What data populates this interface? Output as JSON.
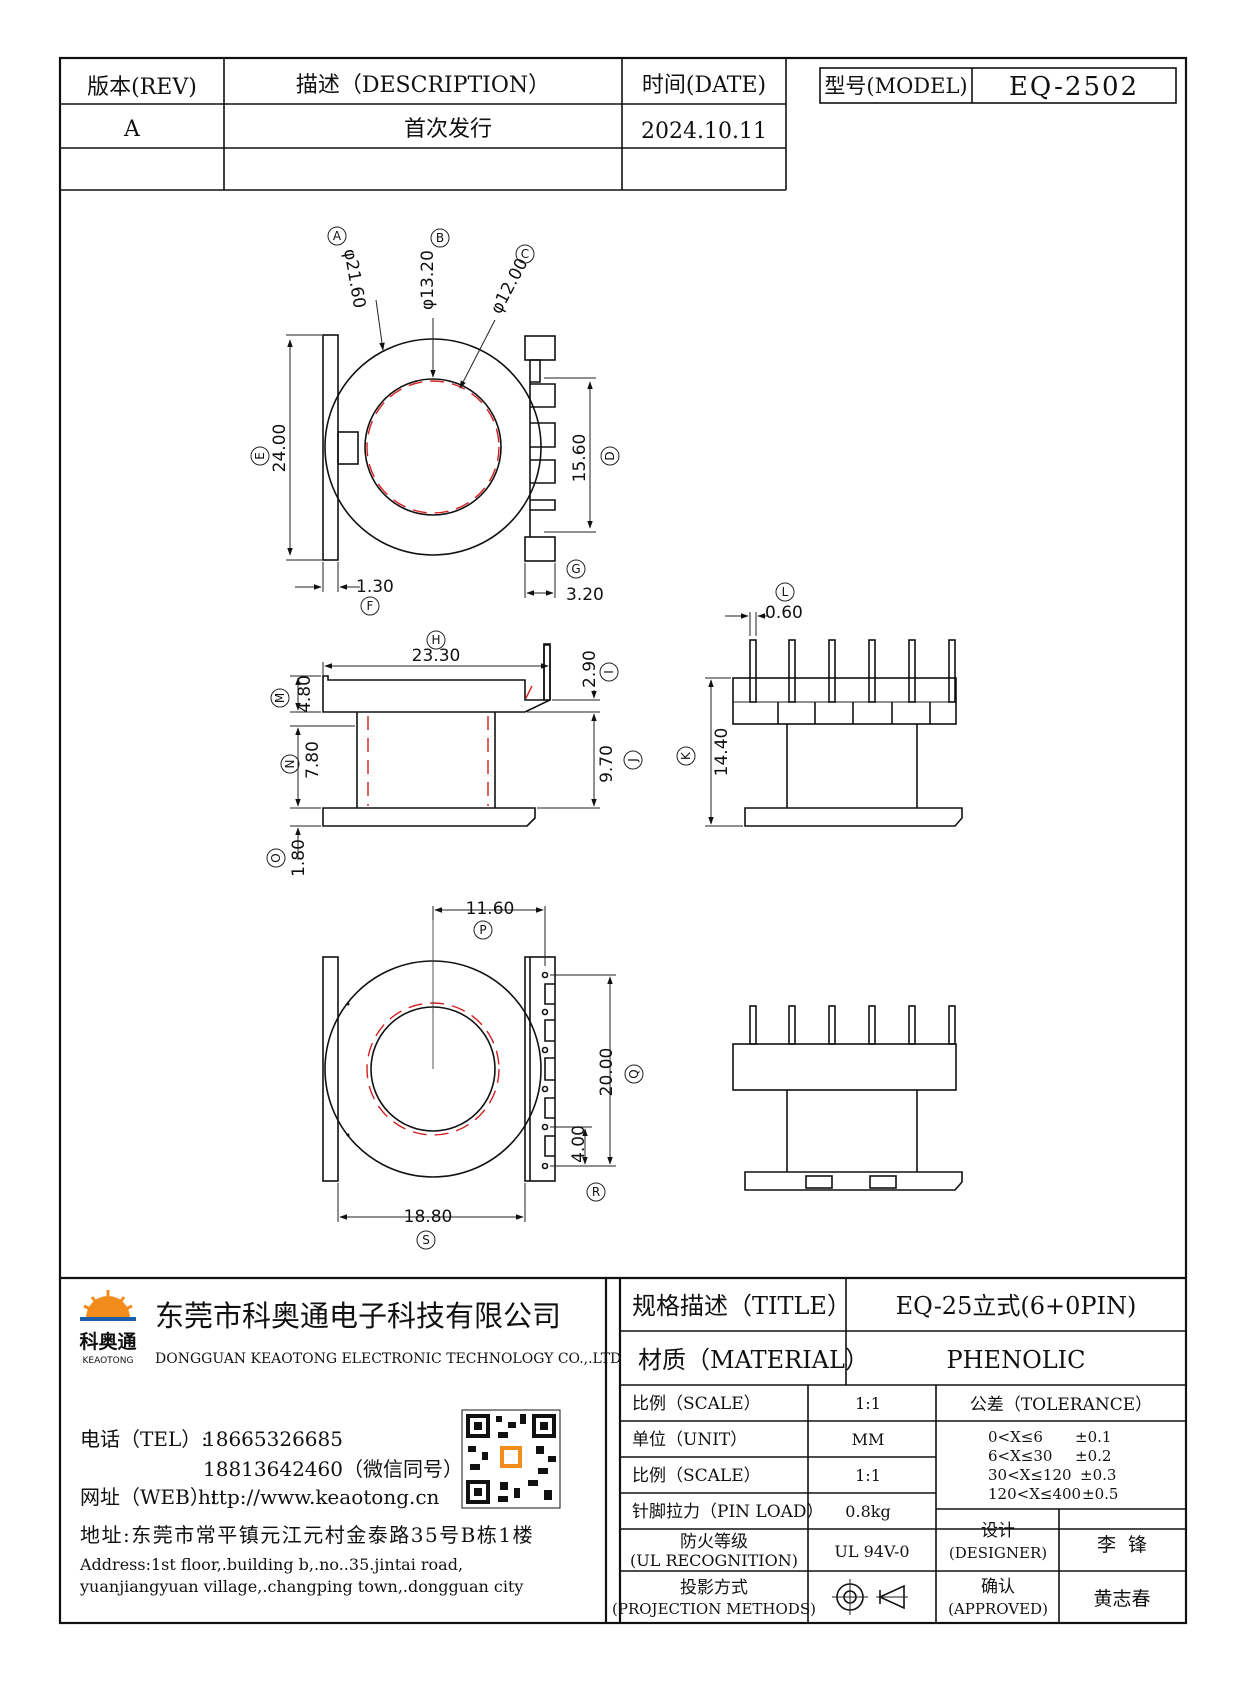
{
  "revision_table": {
    "headers": [
      "版本(REV)",
      "描述（DESCRIPTION）",
      "时间(DATE)"
    ],
    "rows": [
      {
        "rev": "A",
        "description": "首次发行",
        "date": "2024.10.11"
      },
      {
        "rev": "",
        "description": "",
        "date": ""
      }
    ]
  },
  "model": {
    "label": "型号(MODEL)",
    "value": "EQ-2502"
  },
  "dimensions": {
    "A": {
      "letter": "A",
      "value": "φ21.60"
    },
    "B": {
      "letter": "B",
      "value": "φ13.20"
    },
    "C": {
      "letter": "C",
      "value": "φ12.00"
    },
    "D": {
      "letter": "D",
      "value": "15.60"
    },
    "E": {
      "letter": "E",
      "value": "24.00"
    },
    "F": {
      "letter": "F",
      "value": "1.30"
    },
    "G": {
      "letter": "G",
      "value": "3.20"
    },
    "H": {
      "letter": "H",
      "value": "23.30"
    },
    "I": {
      "letter": "I",
      "value": "2.90"
    },
    "J": {
      "letter": "J",
      "value": "9.70"
    },
    "K": {
      "letter": "K",
      "value": "14.40"
    },
    "L": {
      "letter": "L",
      "value": "0.60"
    },
    "M": {
      "letter": "M",
      "value": "4.80"
    },
    "N": {
      "letter": "N",
      "value": "7.80"
    },
    "O": {
      "letter": "O",
      "value": "1.80"
    },
    "P": {
      "letter": "P",
      "value": "11.60"
    },
    "Q": {
      "letter": "Q",
      "value": "20.00"
    },
    "R": {
      "letter": "R",
      "value": "4.00"
    },
    "S": {
      "letter": "S",
      "value": "18.80"
    }
  },
  "company": {
    "name_cn": "东莞市科奥通电子科技有限公司",
    "name_en": "DONGGUAN KEAOTONG ELECTRONIC TECHNOLOGY CO.,.LTD",
    "logo_cn": "科奥通",
    "logo_en": "KEAOTONG",
    "tel_label": "电话（TEL）:",
    "tel_1": "18665326685",
    "tel_2": "18813642460（微信同号）",
    "web_label": "网址（WEB）:",
    "web": "http://www.keaotong.cn",
    "address_cn": "地址:东莞市常平镇元江元村金泰路35号B栋1楼",
    "address_en_1": "Address:1st floor,.building b,.no..35.jintai road,",
    "address_en_2": "yuanjiangyuan village,.changping town,.dongguan city"
  },
  "title_block": {
    "title_label": "规格描述（TITLE）",
    "title_value": "EQ-25立式(6+0PIN)",
    "material_label": "材质（MATERIAL）",
    "material_value": "PHENOLIC",
    "scale_label": "比例（SCALE）",
    "scale_value": "1:1",
    "unit_label": "单位（UNIT）",
    "unit_value": "MM",
    "scale2_label": "比例（SCALE）",
    "scale2_value": "1:1",
    "pin_load_label": "针脚拉力（PIN LOAD）",
    "pin_load_value": "0.8kg",
    "ul_label_1": "防火等级",
    "ul_label_2": "(UL RECOGNITION)",
    "ul_value": "UL 94V-0",
    "proj_label_1": "投影方式",
    "proj_label_2": "(PROJECTION METHODS)",
    "tolerance_label": "公差（TOLERANCE）",
    "tolerance_rows": [
      {
        "range": "0<X≤6",
        "value": "±0.1"
      },
      {
        "range": "6<X≤30",
        "value": "±0.2"
      },
      {
        "range": "30<X≤120",
        "value": "±0.3"
      },
      {
        "range": "120<X≤400",
        "value": "±0.5"
      }
    ],
    "designer_label_1": "设计",
    "designer_label_2": "(DESIGNER)",
    "designer_value": "李  锋",
    "approved_label_1": "确认",
    "approved_label_2": "(APPROVED)",
    "approved_value": "黄志春"
  },
  "colors": {
    "line": "#111111",
    "hidden_red": "#d42020",
    "logo_orange": "#f28c1c",
    "logo_blue": "#1b5fa8"
  }
}
